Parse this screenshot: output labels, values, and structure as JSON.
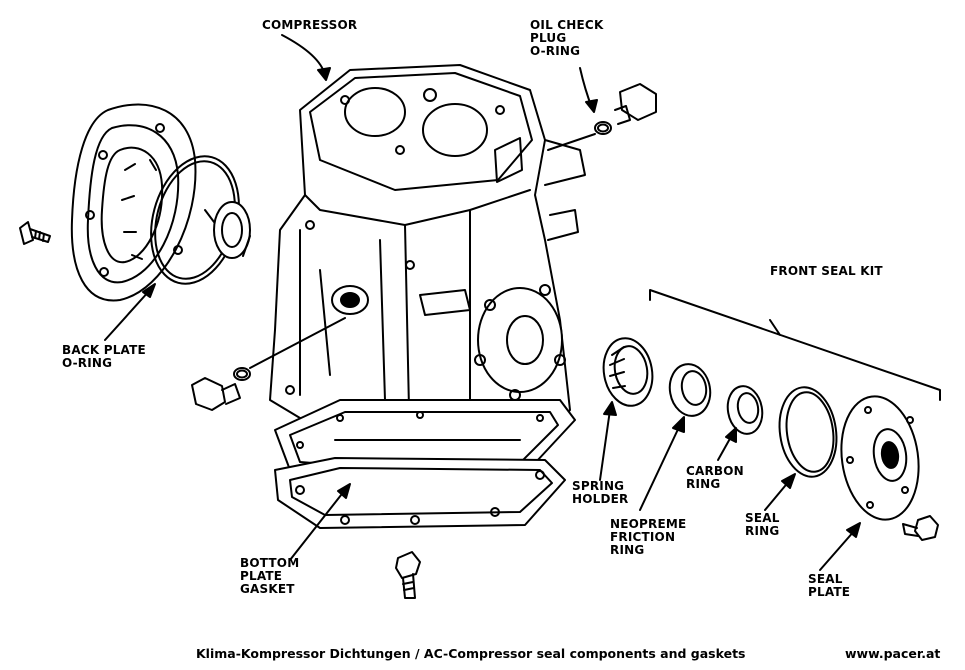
{
  "labels": {
    "compressor": "COMPRESSOR",
    "oil_check": [
      "OIL CHECK",
      "PLUG",
      "O-RING"
    ],
    "back_plate": [
      "BACK PLATE",
      "O-RING"
    ],
    "front_seal_kit": "FRONT SEAL KIT",
    "spring_holder": [
      "SPRING",
      "HOLDER"
    ],
    "neoprene": [
      "NEOPREME",
      "FRICTION",
      "RING"
    ],
    "carbon": [
      "CARBON",
      "RING"
    ],
    "seal_ring": [
      "SEAL",
      "RING"
    ],
    "seal_plate": [
      "SEAL",
      "PLATE"
    ],
    "bottom_gasket": [
      "BOTTOM",
      "PLATE",
      "GASKET"
    ]
  },
  "caption": {
    "title": "Klima-Kompressor Dichtungen / AC-Compressor seal components and gaskets",
    "site": "www.pacer.at"
  }
}
